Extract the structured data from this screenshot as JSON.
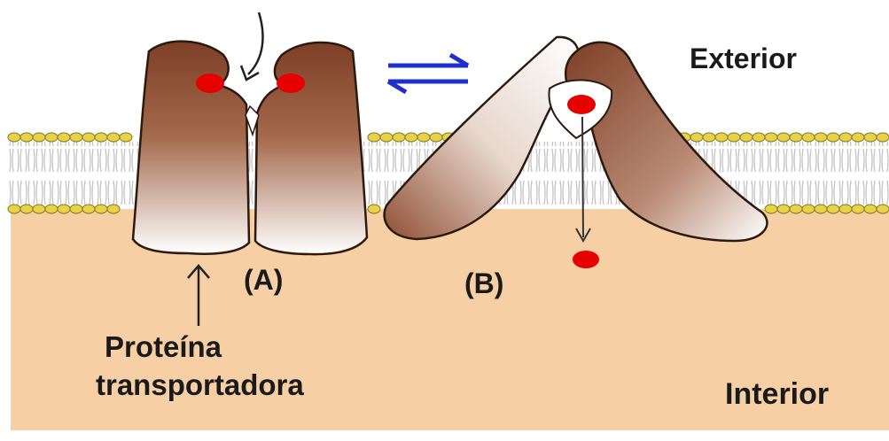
{
  "labels": {
    "exterior": "Exterior",
    "interior": "Interior",
    "state_a": "(A)",
    "state_b": "(B)",
    "protein_line1": "Proteína",
    "protein_line2": "transportadora"
  },
  "colors": {
    "exterior_bg": "#ffffff",
    "interior_bg": "#f6cfa4",
    "protein_dark": "#8b4a2e",
    "protein_light": "#ffffff",
    "lipid_head": "#e8d24a",
    "lipid_head_outline": "#8a7a1e",
    "lipid_tail": "#c9c9c9",
    "solute": "#e60000",
    "equilibrium_arrows": "#1f2fd0"
  },
  "icons": [
    "equilibrium-arrows-icon",
    "curved-arrow-icon",
    "down-arrow-icon",
    "up-arrow-icon"
  ]
}
